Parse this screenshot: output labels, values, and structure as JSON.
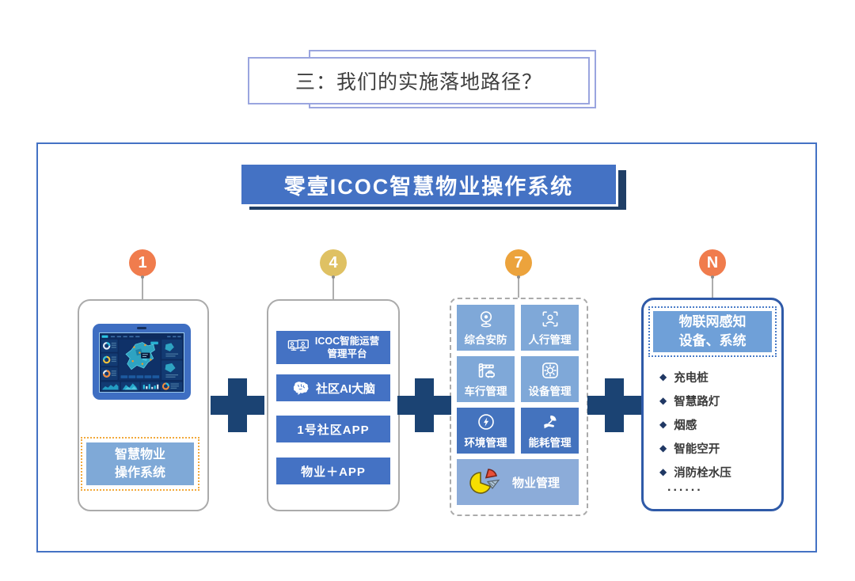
{
  "page": {
    "title": "三：我们的实施落地路径？"
  },
  "banner": {
    "title": "零壹ICOC智慧物业操作系统"
  },
  "colors": {
    "accent_blue": "#4472C4",
    "banner_shadow_navy": "#1F3E66",
    "plus_navy": "#1B4373",
    "badge_orange": "#F07C4D",
    "badge_gold": "#DFC163",
    "badge_amber": "#ECA33C",
    "tile_light_blue": "#7FA8D8",
    "tile_dark_blue": "#4473BE",
    "tile_pale_blue": "#8CACD9",
    "card4_border_blue": "#2F5AA8",
    "dotted_orange": "#F2A93B",
    "diamond_navy": "#203864"
  },
  "columns": {
    "c1": {
      "badge": "1",
      "screen_icon": "dashboard-screenshot",
      "label_line1": "智慧物业",
      "label_line2": "操作系统"
    },
    "c2": {
      "badge": "4",
      "buttons": [
        {
          "icon": "dual-monitor-icon",
          "line1": "ICOC智能运营",
          "line2": "管理平台"
        },
        {
          "icon": "brain-icon",
          "label": "社区AI大脑"
        },
        {
          "label": "1号社区APP"
        },
        {
          "label": "物业＋APP"
        }
      ]
    },
    "c3": {
      "badge": "7",
      "tiles": [
        {
          "icon": "camera-icon",
          "label": "综合安防"
        },
        {
          "icon": "face-scan-icon",
          "label": "人行管理"
        },
        {
          "icon": "barrier-icon",
          "label": "车行管理"
        },
        {
          "icon": "gear-icon",
          "label": "设备管理"
        },
        {
          "icon": "bolt-icon",
          "label": "环境管理"
        },
        {
          "icon": "leaf-hand-icon",
          "label": "能耗管理"
        }
      ],
      "wide_tile": {
        "icon": "pie-chart-icon",
        "label": "物业管理"
      }
    },
    "c4": {
      "badge": "N",
      "header_line1": "物联网感知",
      "header_line2": "设备、系统",
      "bullet": "◆",
      "items": [
        "充电桩",
        "智慧路灯",
        "烟感",
        "智能空开",
        "消防栓水压"
      ],
      "more": "......"
    }
  }
}
